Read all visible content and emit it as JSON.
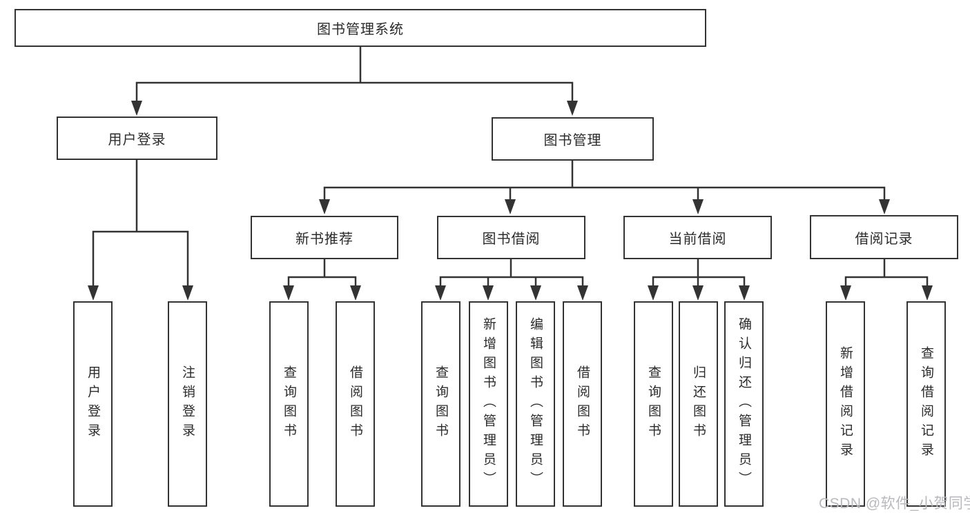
{
  "diagram": {
    "root": {
      "label": "图书管理系统"
    },
    "level2": {
      "user_login": {
        "label": "用户登录"
      },
      "book_management": {
        "label": "图书管理"
      }
    },
    "level3": {
      "new_book_recommend": {
        "label": "新书推荐"
      },
      "book_borrowing": {
        "label": "图书借阅"
      },
      "current_borrowing": {
        "label": "当前借阅"
      },
      "borrowing_records": {
        "label": "借阅记录"
      }
    },
    "leaves": {
      "user_login": {
        "label": "用户登录"
      },
      "logout": {
        "label": "注销登录"
      },
      "query_books_recommend": {
        "label": "查询图书"
      },
      "borrow_books_recommend": {
        "label": "借阅图书"
      },
      "query_books_borrowing": {
        "label": "查询图书"
      },
      "add_book_admin": {
        "label": "新增图书（管理员）"
      },
      "edit_book_admin": {
        "label": "编辑图书（管理员）"
      },
      "borrow_books_borrowing": {
        "label": "借阅图书"
      },
      "query_books_current": {
        "label": "查询图书"
      },
      "return_books": {
        "label": "归还图书"
      },
      "confirm_return_admin": {
        "label": "确认归还（管理员）"
      },
      "add_borrow_record": {
        "label": "新增借阅记录"
      },
      "query_borrow_record": {
        "label": "查询借阅记录"
      }
    }
  },
  "watermark": {
    "text": "CSDN @软件_小贺同学"
  },
  "colors": {
    "line": "#333333",
    "text": "#2b2b2b",
    "watermark": "#b9b9bd",
    "background": "#ffffff"
  }
}
